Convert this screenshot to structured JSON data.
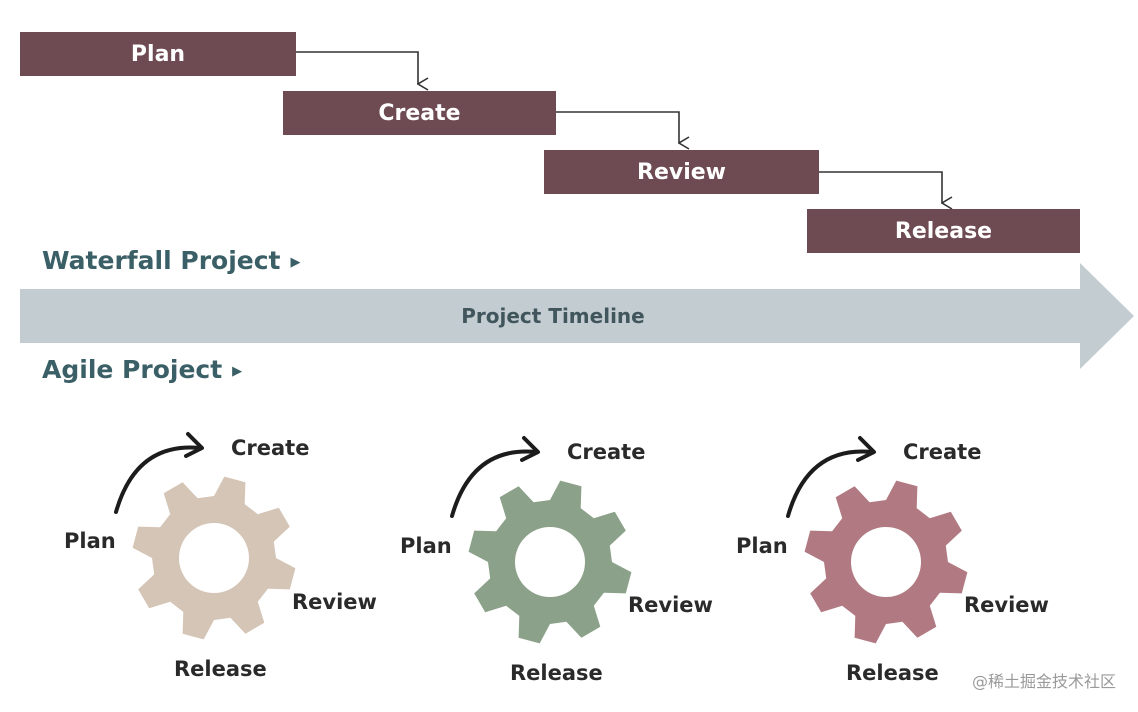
{
  "waterfall": {
    "label": "Waterfall Project",
    "stages": [
      "Plan",
      "Create",
      "Review",
      "Release"
    ],
    "box_color": "#6e4a52"
  },
  "timeline": {
    "label": "Project Timeline",
    "color": "#c3cdd1"
  },
  "agile": {
    "label": "Agile Project",
    "cycles": [
      {
        "plan": "Plan",
        "create": "Create",
        "review": "Review",
        "release": "Release",
        "gear_color": "#d4c5b6"
      },
      {
        "plan": "Plan",
        "create": "Create",
        "review": "Review",
        "release": "Release",
        "gear_color": "#8ca189"
      },
      {
        "plan": "Plan",
        "create": "Create",
        "review": "Review",
        "release": "Release",
        "gear_color": "#b17a82"
      }
    ]
  },
  "watermark": "@稀土掘金技术社区"
}
